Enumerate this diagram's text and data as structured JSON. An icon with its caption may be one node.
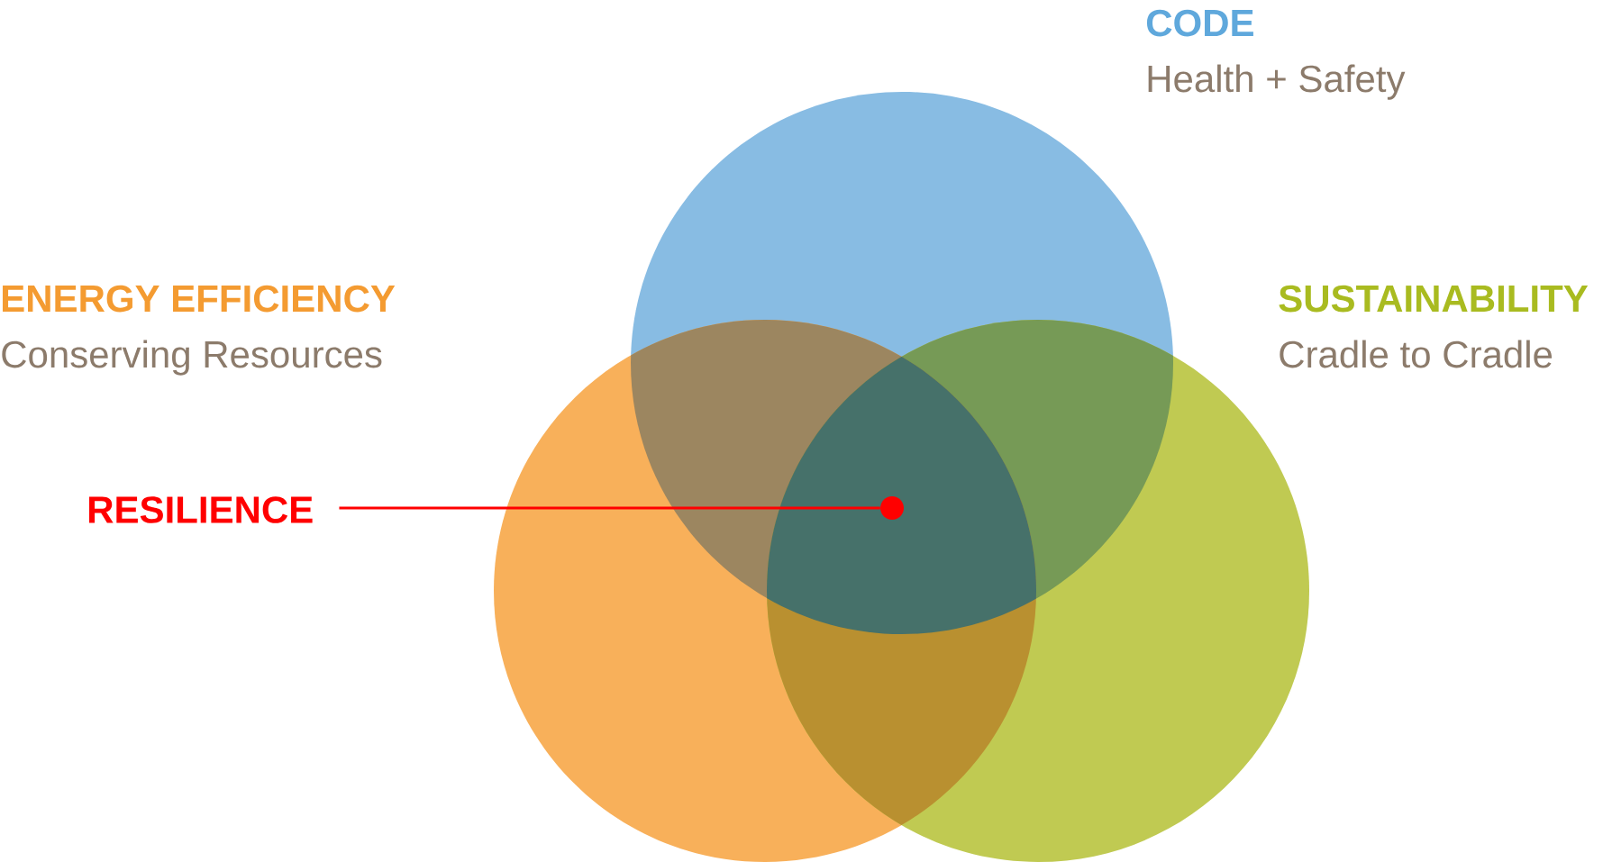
{
  "diagram": {
    "nodes": [
      {
        "text": [
          "CODE",
          "Health + Safety"
        ]
      },
      {
        "text": [
          "ENERGY EFFICIENCY",
          "Conserving Resources"
        ]
      },
      {
        "text": [
          "SUSTAINABILITY",
          "Cradle to Cradle"
        ]
      },
      {
        "text": [
          "RESILIENCE"
        ]
      },
      {
        "text": [],
        "shape": "circle"
      }
    ],
    "edges": [
      {
        "from": 3,
        "to": 4,
        "arrow": "none"
      }
    ]
  }
}
